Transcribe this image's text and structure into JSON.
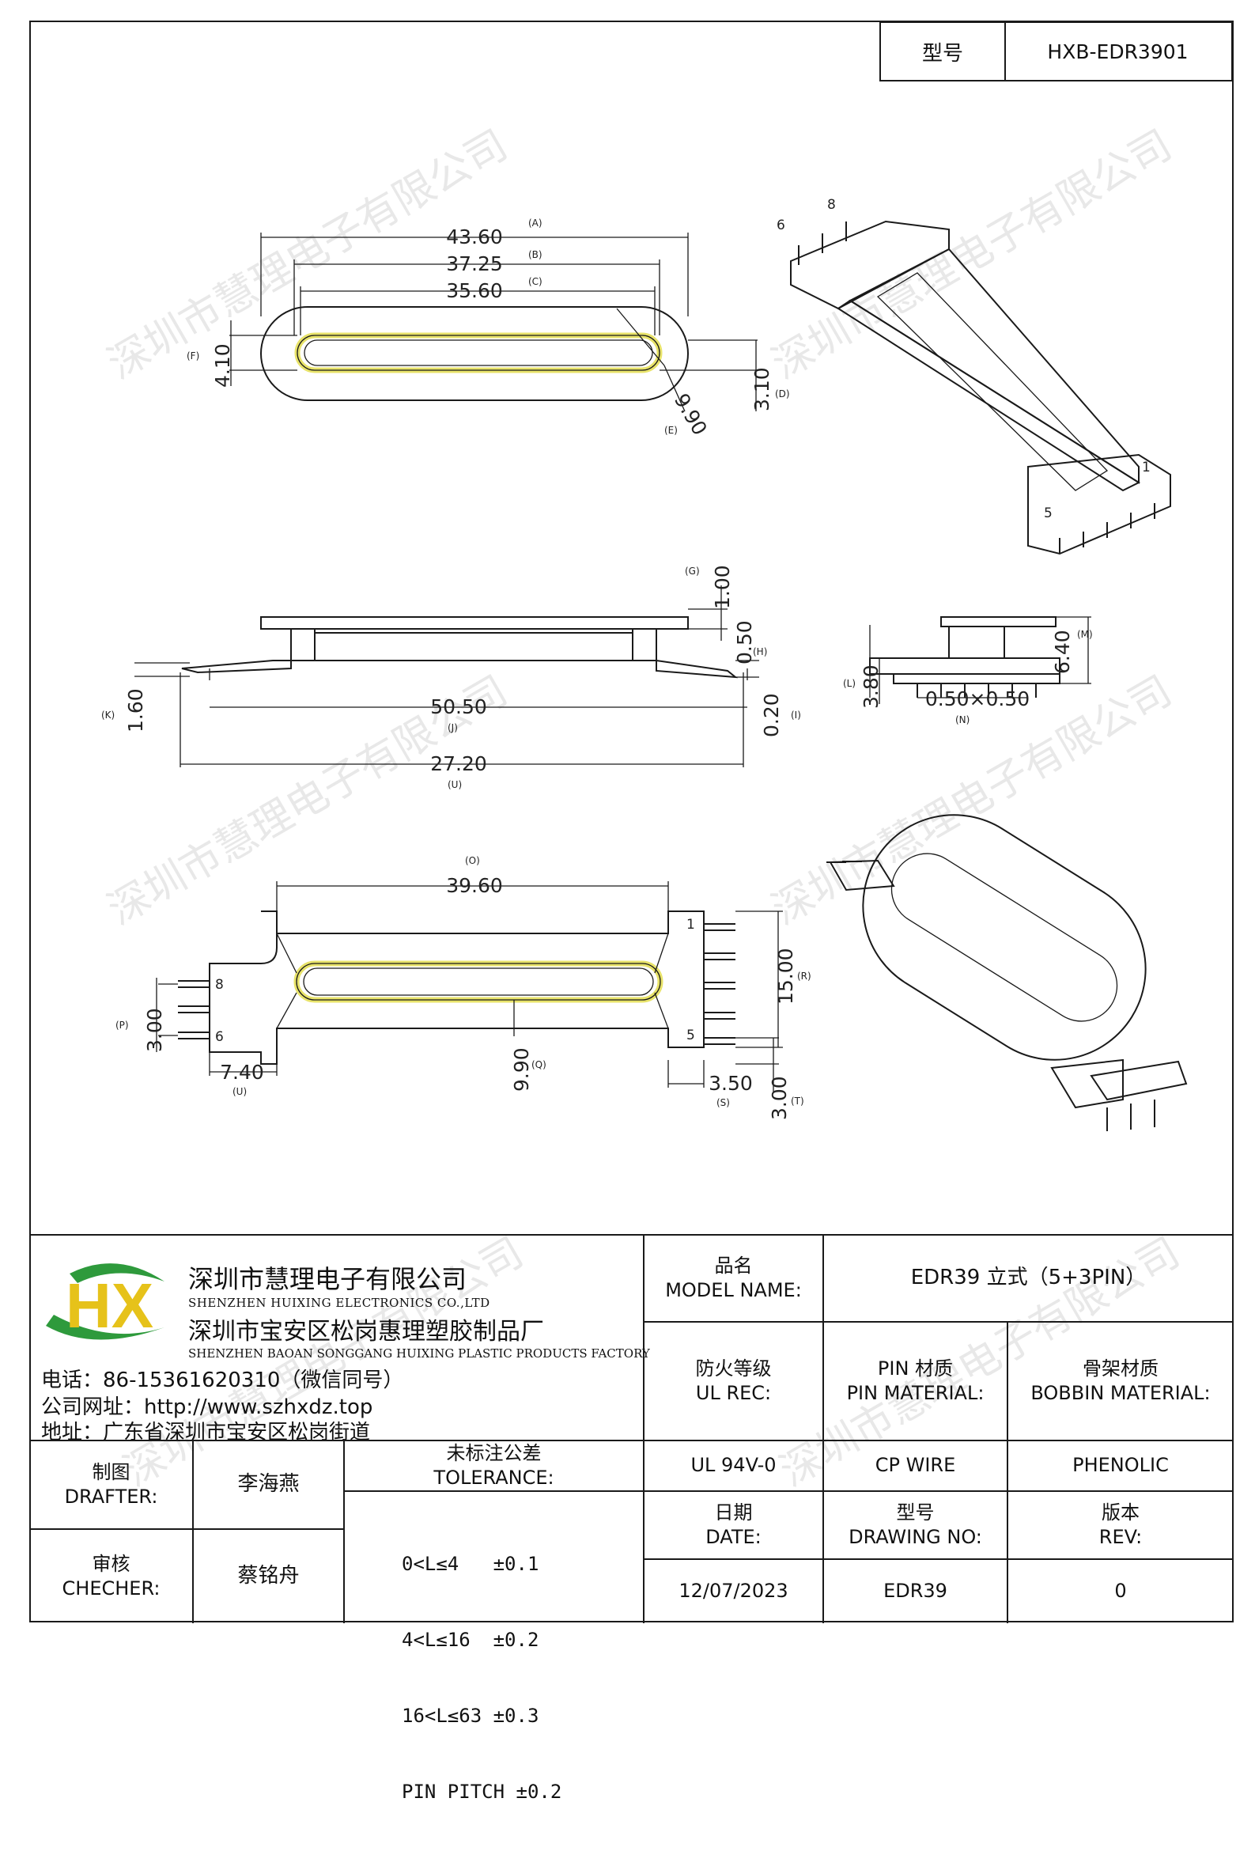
{
  "header": {
    "model_label": "型号",
    "model_value": "HXB-EDR3901"
  },
  "watermark": "深圳市慧理电子有限公司",
  "drawing": {
    "top_view": {
      "dims": [
        {
          "value": "43.60",
          "tag": "(A)"
        },
        {
          "value": "37.25",
          "tag": "(B)"
        },
        {
          "value": "35.60",
          "tag": "(C)"
        },
        {
          "value": "3.10",
          "tag": "(D)"
        },
        {
          "value": "9.90",
          "tag": "(E)"
        },
        {
          "value": "4.10",
          "tag": "(F)"
        }
      ]
    },
    "side_view": {
      "dims": [
        {
          "value": "1.00",
          "tag": "(G)"
        },
        {
          "value": "0.50",
          "tag": "(H)"
        },
        {
          "value": "0.20",
          "tag": "(I)"
        },
        {
          "value": "50.50",
          "tag": "(J)"
        },
        {
          "value": "1.60",
          "tag": "(K)"
        },
        {
          "value": "27.20",
          "tag": "(U)"
        }
      ]
    },
    "end_view": {
      "dims": [
        {
          "value": "6.40",
          "tag": "(M)"
        },
        {
          "value": "3.80",
          "tag": "(L)"
        },
        {
          "value": "0.50×0.50",
          "tag": "(N)"
        }
      ]
    },
    "bottom_view": {
      "dims": [
        {
          "value": "39.60",
          "tag": "(O)"
        },
        {
          "value": "3.00",
          "tag": "(P)"
        },
        {
          "value": "9.90",
          "tag": "(Q)"
        },
        {
          "value": "15.00",
          "tag": "(R)"
        },
        {
          "value": "3.50",
          "tag": "(S)"
        },
        {
          "value": "3.00",
          "tag": "(T)"
        },
        {
          "value": "7.40",
          "tag": "(U)"
        }
      ],
      "pin_labels": [
        "1",
        "5",
        "8",
        "6"
      ]
    },
    "iso_pin_labels": [
      "6",
      "8",
      "1",
      "5"
    ]
  },
  "title_block": {
    "logo_text": "HX",
    "company_cn_1": "深圳市慧理电子有限公司",
    "company_en_1": "SHENZHEN HUIXING ELECTRONICS CO.,LTD",
    "company_cn_2": "深圳市宝安区松岗惠理塑胶制品厂",
    "company_en_2": "SHENZHEN BAOAN SONGGANG HUIXING PLASTIC PRODUCTS FACTORY",
    "phone": "电话：86-15361620310（微信同号）",
    "website": "公司网址：http://www.szhxdz.top",
    "address": "地址：广东省深圳市宝安区松岗街道",
    "model_name_label_cn": "品名",
    "model_name_label_en": "MODEL NAME:",
    "model_name_value": "EDR39 立式（5+3PIN）",
    "ul_label_cn": "防火等级",
    "ul_label_en": "UL REC:",
    "pin_mat_label_cn": "PIN 材质",
    "pin_mat_label_en": "PIN MATERIAL:",
    "bobbin_mat_label_cn": "骨架材质",
    "bobbin_mat_label_en": "BOBBIN MATERIAL:",
    "ul_value": "UL 94V-0",
    "pin_mat_value": "CP WIRE",
    "bobbin_mat_value": "PHENOLIC",
    "drafter_label_cn": "制图",
    "drafter_label_en": "DRAFTER:",
    "drafter_name": "李海燕",
    "checker_label_cn": "审核",
    "checker_label_en": "CHECHER:",
    "checker_name": "蔡铭舟",
    "tolerance_label_cn": "未标注公差",
    "tolerance_label_en": "TOLERANCE:",
    "tolerance_rows": [
      "0<L≤4   ±0.1",
      "4<L≤16  ±0.2",
      "16<L≤63 ±0.3",
      "PIN PITCH ±0.2"
    ],
    "date_label_cn": "日期",
    "date_label_en": "DATE:",
    "date_value": "12/07/2023",
    "drawing_no_label_cn": "型号",
    "drawing_no_label_en": "DRAWING NO:",
    "drawing_no_value": "EDR39",
    "rev_label_cn": "版本",
    "rev_label_en": "REV:",
    "rev_value": "0"
  },
  "colors": {
    "accent_coil": "#e8e36a",
    "logo_green": "#2e9a3c",
    "logo_yellow": "#e6c21a"
  }
}
